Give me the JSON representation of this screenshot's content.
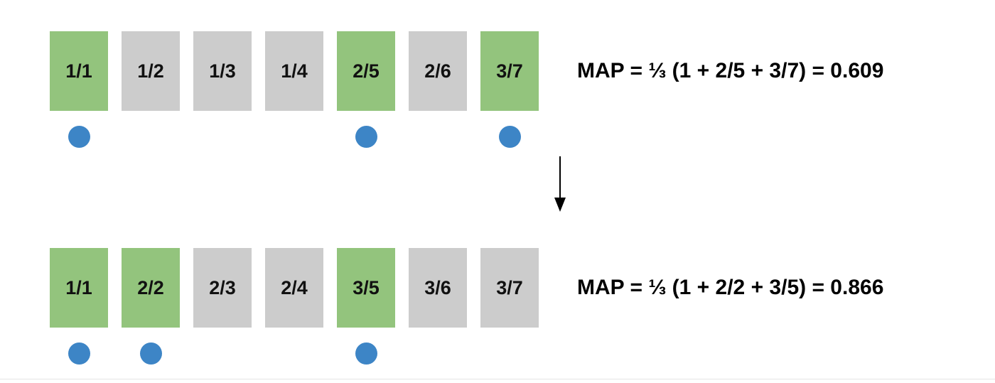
{
  "colors": {
    "relevant_cell": "#93c47d",
    "nonrelevant_cell": "#cccccc",
    "relevance_marker": "#3d85c6",
    "text": "#000000"
  },
  "icons": {
    "transition": "arrow-down-icon",
    "marker": "dot-icon"
  },
  "rankings": [
    {
      "cells": [
        {
          "label": "1/1",
          "relevant": true
        },
        {
          "label": "1/2",
          "relevant": false
        },
        {
          "label": "1/3",
          "relevant": false
        },
        {
          "label": "1/4",
          "relevant": false
        },
        {
          "label": "2/5",
          "relevant": true
        },
        {
          "label": "2/6",
          "relevant": false
        },
        {
          "label": "3/7",
          "relevant": true
        }
      ],
      "formula": "MAP = ⅓ (1 + 2/5 + 3/7) = 0.609"
    },
    {
      "cells": [
        {
          "label": "1/1",
          "relevant": true
        },
        {
          "label": "2/2",
          "relevant": true
        },
        {
          "label": "2/3",
          "relevant": false
        },
        {
          "label": "2/4",
          "relevant": false
        },
        {
          "label": "3/5",
          "relevant": true
        },
        {
          "label": "3/6",
          "relevant": false
        },
        {
          "label": "3/7",
          "relevant": false
        }
      ],
      "formula": "MAP = ⅓ (1 + 2/2 + 3/5) = 0.866"
    }
  ]
}
